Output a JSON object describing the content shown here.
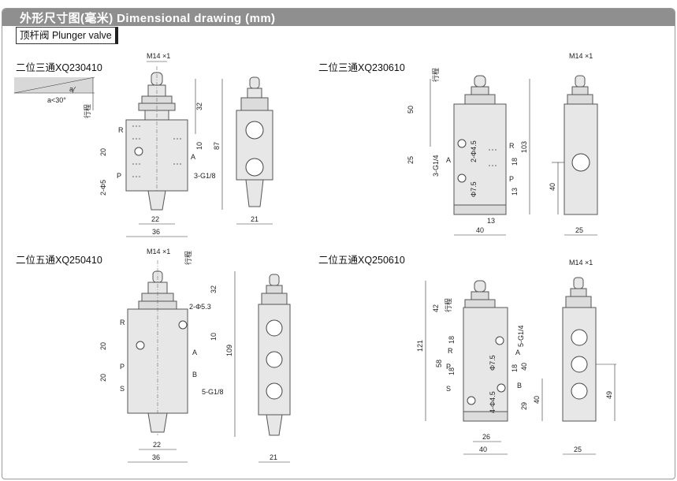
{
  "header": {
    "title": "外形尺寸图(毫米) Dimensional drawing (mm)"
  },
  "section": {
    "title": "顶杆阀 Plunger valve"
  },
  "models": {
    "m1": "二位三通XQ230410",
    "m2": "二位三通XQ230610",
    "m3": "二位五通XQ250410",
    "m4": "二位五通XQ250610"
  },
  "dims": {
    "thread": "M14 ×1",
    "stroke": "行程",
    "angle": "a<30°",
    "angle_a": "a",
    "d32": "32",
    "d10": "10",
    "d87": "87",
    "d20": "20",
    "d22": "22",
    "d36": "36",
    "d21": "21",
    "d2phi5": "2-Φ5",
    "d3g18": "3-G1/8",
    "d50": "50",
    "d25": "25",
    "d103": "103",
    "d18": "18",
    "d13": "13",
    "d40": "40",
    "d3g14": "3-G1/4",
    "d2phi45": "2-Φ4.5",
    "dphi75": "Φ7.5",
    "d109": "109",
    "d2phi53": "2-Φ5.3",
    "d5g18": "5-G1/8",
    "d42": "42",
    "d121": "121",
    "d58": "58",
    "d29": "29",
    "d26": "26",
    "d49": "49",
    "d5g14": "5-G1/4",
    "d4phi45": "4-Φ4.5"
  },
  "ports": {
    "R": "R",
    "A": "A",
    "P": "P",
    "B": "B",
    "S": "S"
  }
}
